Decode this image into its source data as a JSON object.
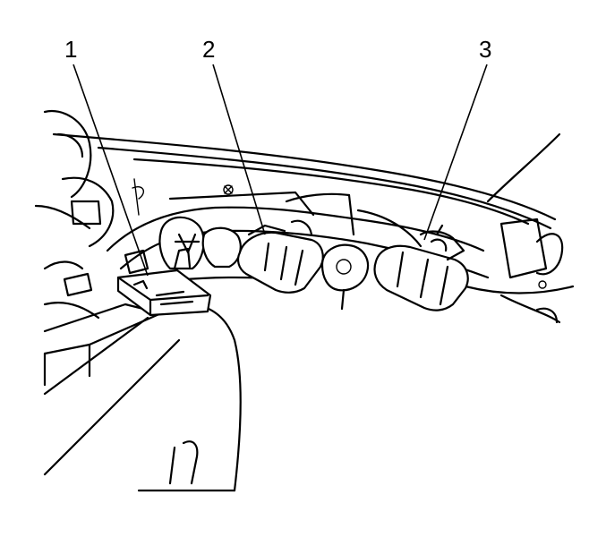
{
  "callouts": [
    {
      "label": "1",
      "target": "connector-1"
    },
    {
      "label": "2",
      "target": "connector-2"
    },
    {
      "label": "3",
      "target": "connector-3"
    }
  ],
  "colors": {
    "line": "#000000",
    "background": "#ffffff"
  }
}
